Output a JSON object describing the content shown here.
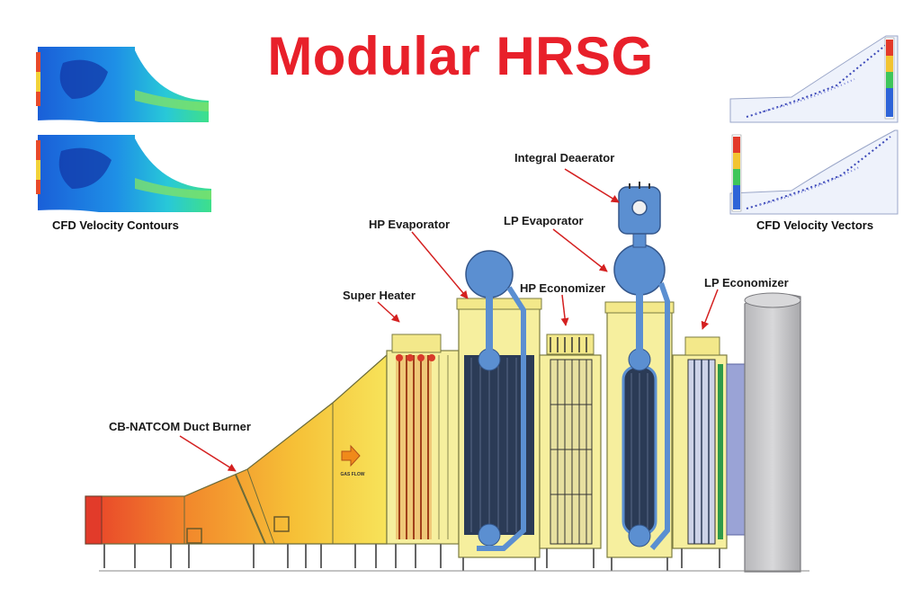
{
  "title": "Modular HRSG",
  "captions": {
    "contours": "CFD Velocity Contours",
    "vectors": "CFD Velocity Vectors"
  },
  "labels": {
    "integral_deaerator": "Integral Deaerator",
    "hp_evaporator": "HP Evaporator",
    "lp_evaporator": "LP Evaporator",
    "super_heater": "Super Heater",
    "hp_economizer": "HP Economizer",
    "lp_economizer": "LP Economizer",
    "duct_burner": "CB-NATCOM Duct Burner"
  },
  "gas_flow_label": "GAS FLOW",
  "colors": {
    "title": "#e8202a",
    "arrow": "#d42020",
    "module_yellow": "#f6ef9e",
    "drum_blue": "#5b8fd1",
    "tube_dark": "#2b3b56",
    "stack_grey": "#c9c9cb"
  }
}
